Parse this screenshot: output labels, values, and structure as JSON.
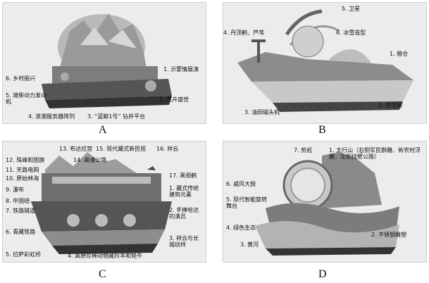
{
  "panels": [
    {
      "id": "A",
      "caption": "A",
      "labels": [
        "1. 沂蒙情展演",
        "2. 花卉盛世",
        "3. “蓝鲸1号” 钻井平台",
        "4. 浪潮服务器阵列",
        "5. 潍柴动力发动机",
        "6. 乡村振兴"
      ]
    },
    {
      "id": "B",
      "caption": "B",
      "labels": [
        "1. 粮仓",
        "2. 金饭碗",
        "3. 油田磕头机",
        "4. 丹顶鹤、芦苇",
        "5. 卫星",
        "6. 冰雪造型"
      ]
    },
    {
      "id": "C",
      "caption": "C",
      "labels": [
        "1. 藏式传统建筑元素",
        "2. 手捧哈达的演员",
        "3. 祥云与长城纹样",
        "4. 高原珍稀动物藏羚羊和牦牛",
        "5. 拉萨彩虹桥",
        "6. 青藏铁路",
        "7. 铁路隧道",
        "8. 中国结",
        "9. 瀑布",
        "10. 原始林海",
        "11. 天路电网",
        "12. 珠峰和国旗",
        "13. 布达拉宫",
        "14. 高速公路",
        "15. 现代藏式新民居",
        "16. 祥云",
        "17. 黑颈鹤"
      ]
    },
    {
      "id": "D",
      "caption": "D",
      "labels": [
        "1. 太行山（右侧军民群雕、新农村浮雕，左侧挂壁公路）",
        "2. 不锈钢雕塑",
        "3. 黄河",
        "4. 绿色生态",
        "5. 现代智能旋转舞台",
        "6. 威风大鼓",
        "7. 剪纸"
      ]
    }
  ]
}
